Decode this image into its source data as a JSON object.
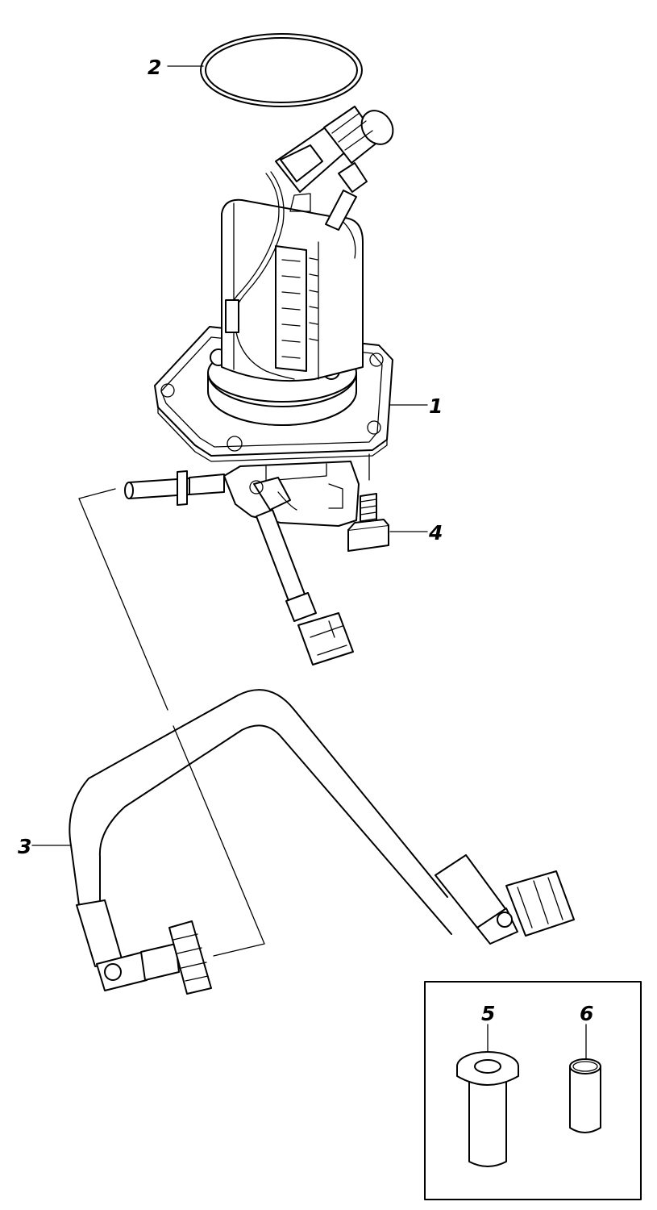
{
  "callouts": [
    {
      "id": "c1",
      "label": "1"
    },
    {
      "id": "c2",
      "label": "2"
    },
    {
      "id": "c3",
      "label": "3"
    },
    {
      "id": "c4",
      "label": "4"
    },
    {
      "id": "c5",
      "label": "5"
    },
    {
      "id": "c6",
      "label": "6"
    }
  ],
  "colors": {
    "ink": "#000000",
    "paper": "#ffffff"
  }
}
